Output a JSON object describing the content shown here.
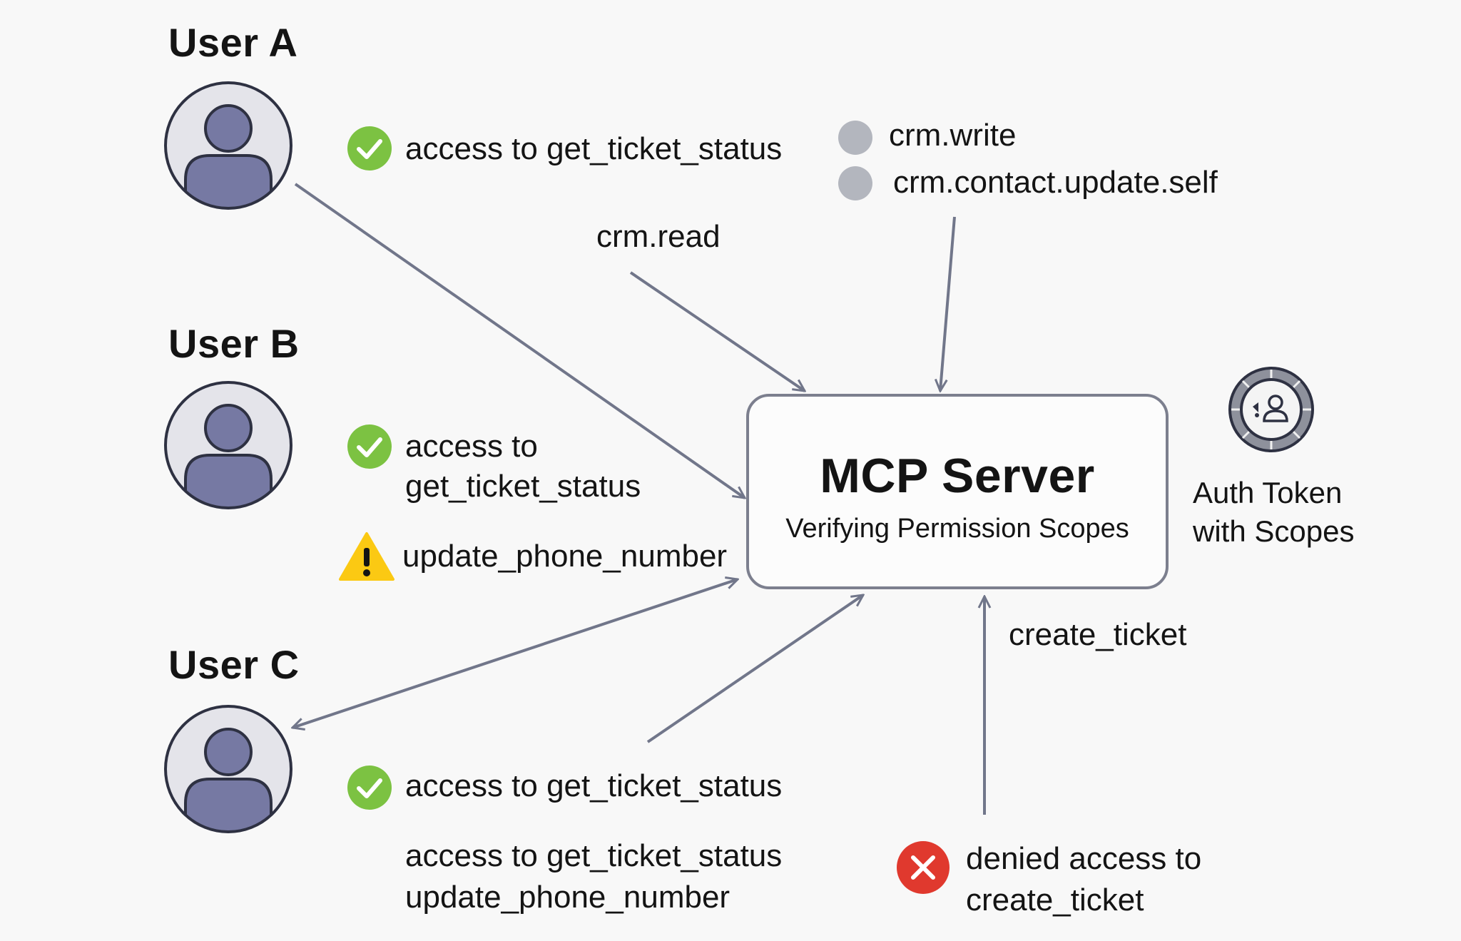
{
  "users": [
    {
      "name": "User A",
      "items": [
        {
          "status": "ok",
          "text": "access to get_ticket_status"
        }
      ]
    },
    {
      "name": "User B",
      "items": [
        {
          "status": "ok",
          "lines": [
            "access to",
            "get_ticket_status"
          ]
        },
        {
          "status": "warn",
          "text": "update_phone_number"
        }
      ]
    },
    {
      "name": "User C",
      "items": [
        {
          "status": "ok",
          "text": "access to get_ticket_status"
        },
        {
          "status": "none",
          "lines": [
            "access to get_ticket_status",
            "update_phone_number"
          ]
        }
      ]
    }
  ],
  "scopes": [
    "crm.write",
    "crm.contact.update.self"
  ],
  "crm_read": "crm.read",
  "server": {
    "title": "MCP Server",
    "subtitle": "Verifying Permission Scopes"
  },
  "token": {
    "lines": [
      "Auth Token",
      "with Scopes"
    ],
    "icon": "user-token-icon"
  },
  "create_ticket": "create_ticket",
  "denied": {
    "lines": [
      "denied access to",
      "create_ticket"
    ]
  },
  "colors": {
    "arrow": "#71768a",
    "avatar_fill": "#7679a3",
    "avatar_bg": "#e4e4ea",
    "ok": "#7cc242",
    "warn": "#fbc913",
    "error": "#e0392e",
    "scope_dot": "#b3b6be"
  },
  "icons": [
    "user-avatar-icon",
    "check-circle-icon",
    "warning-triangle-icon",
    "error-x-icon",
    "scope-dot-icon",
    "user-token-icon"
  ]
}
